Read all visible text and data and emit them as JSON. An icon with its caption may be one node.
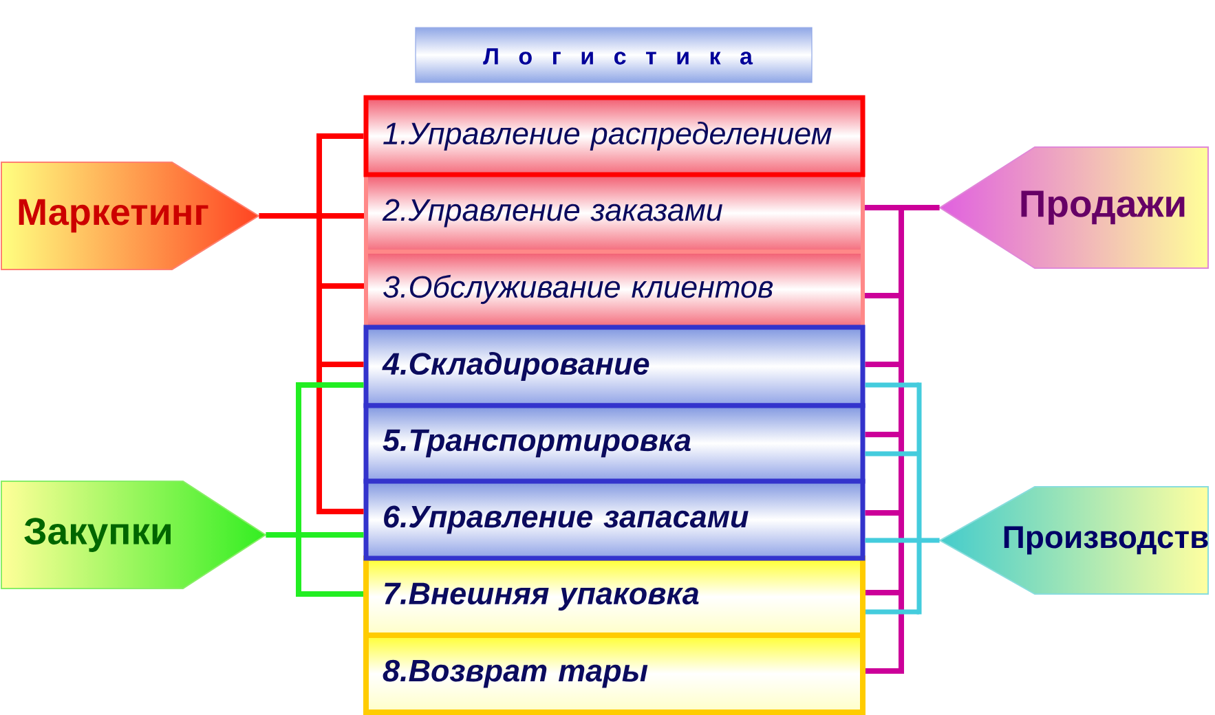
{
  "diagram": {
    "title": "Л о г и с т и к а",
    "nodes": [
      {
        "text": [
          "Маркетинг"
        ]
      },
      {
        "text": [
          "Продажи"
        ]
      },
      {
        "text": [
          "1.Управление распределением"
        ]
      },
      {
        "text": [
          "2.Управление заказами"
        ]
      },
      {
        "text": [
          "3.Обслуживание клиентов"
        ]
      },
      {
        "text": [
          "4.Складирование"
        ]
      },
      {
        "text": [
          "5.Транспортировка"
        ]
      },
      {
        "text": [
          "6.Управление запасами"
        ]
      },
      {
        "text": [
          "7.Внешняя упаковка"
        ]
      },
      {
        "text": [
          "8.Возврат тары"
        ]
      },
      {
        "text": [
          "Закупки"
        ]
      },
      {
        "text": [
          "Производств"
        ]
      }
    ],
    "edges": [
      {
        "from": 0,
        "to": 2,
        "arrow": "none",
        "color": "#ff0000"
      },
      {
        "from": 0,
        "to": 3,
        "arrow": "none",
        "color": "#ff0000"
      },
      {
        "from": 0,
        "to": 4,
        "arrow": "none",
        "color": "#ff0000"
      },
      {
        "from": 0,
        "to": 5,
        "arrow": "none",
        "color": "#ff0000"
      },
      {
        "from": 0,
        "to": 7,
        "arrow": "none",
        "color": "#ff0000"
      },
      {
        "from": 1,
        "to": 3,
        "arrow": "none",
        "color": "#cc0099"
      },
      {
        "from": 1,
        "to": 4,
        "arrow": "none",
        "color": "#cc0099"
      },
      {
        "from": 1,
        "to": 5,
        "arrow": "none",
        "color": "#cc0099"
      },
      {
        "from": 1,
        "to": 6,
        "arrow": "none",
        "color": "#cc0099"
      },
      {
        "from": 1,
        "to": 7,
        "arrow": "none",
        "color": "#cc0099"
      },
      {
        "from": 1,
        "to": 8,
        "arrow": "none",
        "color": "#cc0099"
      },
      {
        "from": 1,
        "to": 9,
        "arrow": "none",
        "color": "#cc0099"
      },
      {
        "from": 10,
        "to": 5,
        "arrow": "none",
        "color": "#22ee22"
      },
      {
        "from": 10,
        "to": 7,
        "arrow": "none",
        "color": "#22ee22"
      },
      {
        "from": 10,
        "to": 8,
        "arrow": "none",
        "color": "#22ee22"
      },
      {
        "from": 11,
        "to": 5,
        "arrow": "none",
        "color": "#44ccdd"
      },
      {
        "from": 11,
        "to": 6,
        "arrow": "none",
        "color": "#44ccdd"
      },
      {
        "from": 11,
        "to": 7,
        "arrow": "none",
        "color": "#44ccdd"
      },
      {
        "from": 11,
        "to": 8,
        "arrow": "none",
        "color": "#44ccdd"
      }
    ]
  }
}
